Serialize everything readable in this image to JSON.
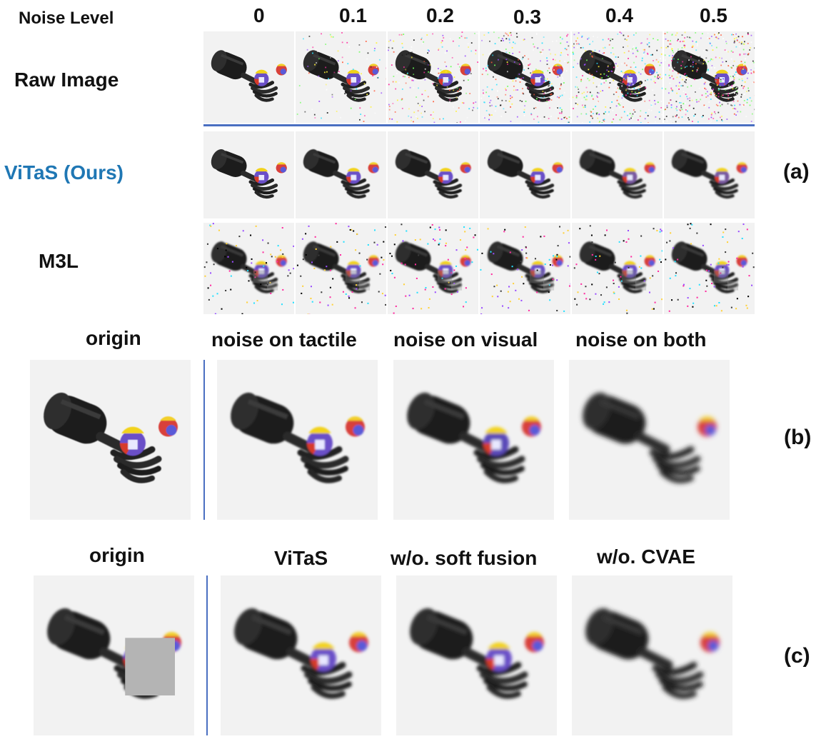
{
  "header": {
    "noise_label": "Noise Level",
    "levels": [
      "0",
      "0.1",
      "0.2",
      "0.3",
      "0.4",
      "0.5"
    ]
  },
  "panel_a": {
    "tag": "(a)",
    "rows": [
      {
        "label": "Raw Image",
        "kind": "raw"
      },
      {
        "label": "ViTaS (Ours)",
        "kind": "vitas"
      },
      {
        "label": "M3L",
        "kind": "m3l"
      }
    ]
  },
  "panel_b": {
    "tag": "(b)",
    "titles": [
      "origin",
      "noise on tactile",
      "noise on visual",
      "noise on both"
    ]
  },
  "panel_c": {
    "tag": "(c)",
    "titles": [
      "origin",
      "ViTaS",
      "w/o. soft fusion",
      "w/o. CVAE"
    ]
  },
  "colors": {
    "accent": "#1f77b4",
    "divider": "#4a6fc1",
    "tile_bg": "#f2f2f2",
    "mask": "#b4b4b4"
  }
}
